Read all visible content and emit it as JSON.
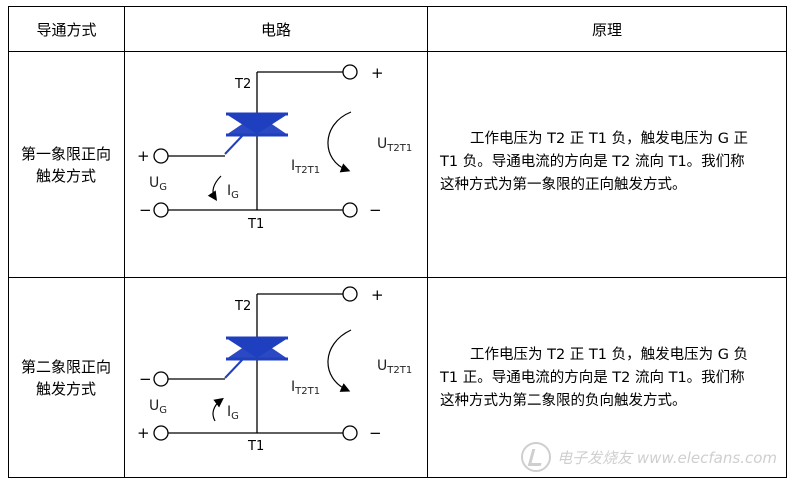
{
  "table": {
    "headers": [
      "导通方式",
      "电路",
      "原理"
    ],
    "rows": [
      {
        "mode": "第一象限正向触发方式",
        "principle_line1": "工作电压为 T2 正 T1 负，触发电压为 G 正",
        "principle_line2": "T1 负。导通电流的方向是 T2 流向 T1。我们称",
        "principle_line3": "这种方式为第一象限的正向触发方式。",
        "circuit": {
          "t2": "T2",
          "t1": "T1",
          "plus": "+",
          "minus": "−",
          "g_sign": "+",
          "bottom_left_sign": "−",
          "u_main": "U",
          "u_sub": "G",
          "i_main": "I",
          "i_sub": "G",
          "utt_main": "U",
          "utt_sub": "T2T1",
          "itt_main": "I",
          "itt_sub": "T2T1"
        }
      },
      {
        "mode": "第二象限正向触发方式",
        "principle_line1": "工作电压为 T2 正 T1 负，触发电压为 G 负",
        "principle_line2": "T1 正。导通电流的方向是 T2 流向 T1。我们称",
        "principle_line3": "这种方式为第二象限的负向触发方式。",
        "circuit": {
          "t2": "T2",
          "t1": "T1",
          "plus": "+",
          "minus": "−",
          "g_sign": "−",
          "bottom_left_sign": "+",
          "u_main": "U",
          "u_sub": "G",
          "i_main": "I",
          "i_sub": "G",
          "utt_main": "U",
          "utt_sub": "T2T1",
          "itt_main": "I",
          "itt_sub": "T2T1"
        }
      }
    ]
  },
  "watermark": "电子发烧友 www.elecfans.com",
  "colors": {
    "triac": "#1f3fbf",
    "line": "#000000",
    "border": "#000000"
  }
}
